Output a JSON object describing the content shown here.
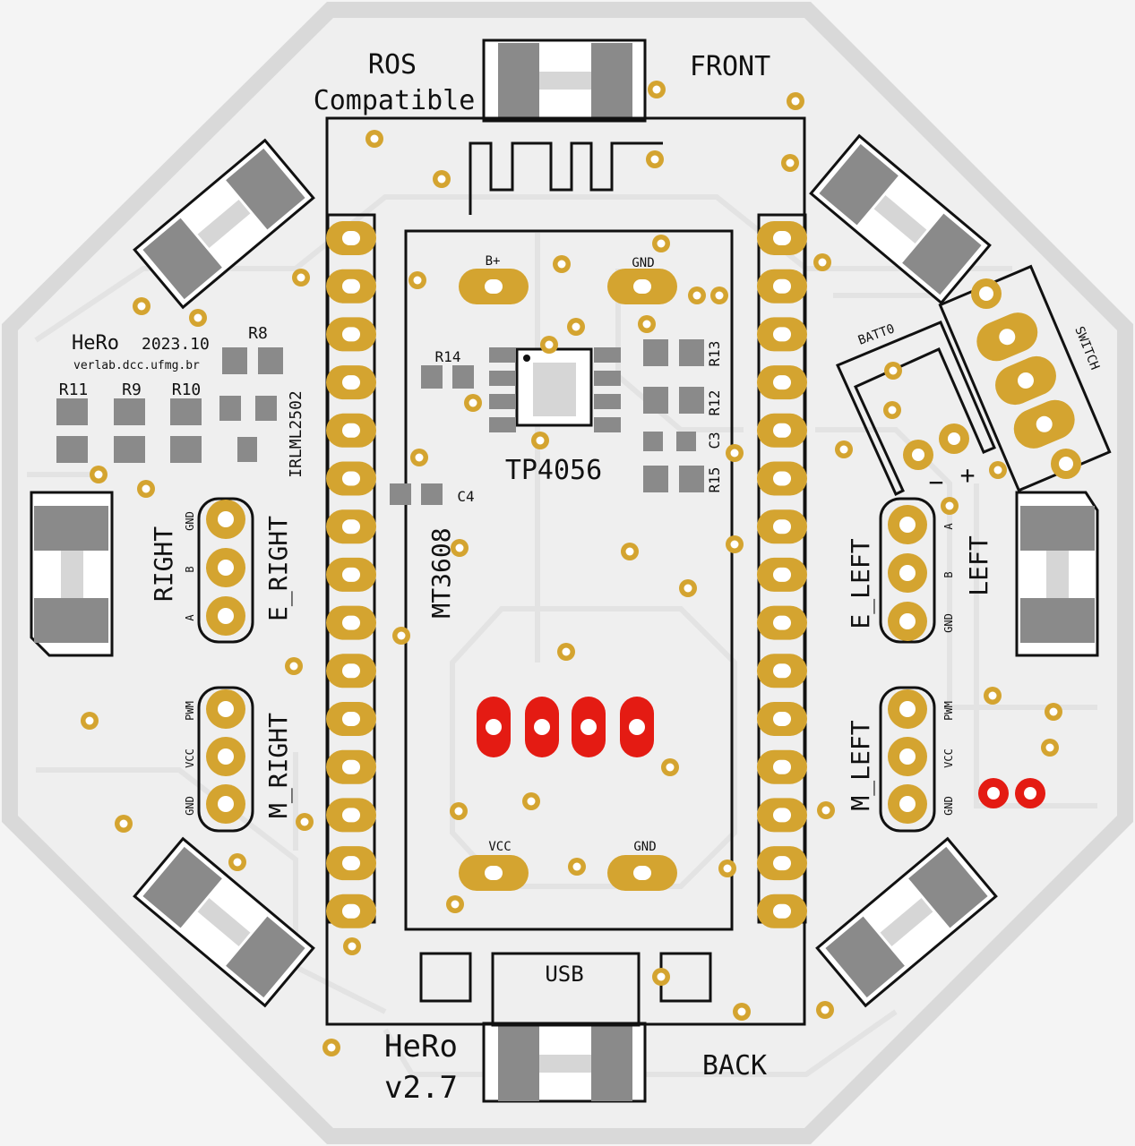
{
  "board": {
    "colors": {
      "background": "#f4f4f4",
      "outline": "#d9d9d9",
      "board": "#efefef",
      "trace": "#e3e3e3",
      "pad": "#d4a430",
      "smd": "#8a8a8a",
      "highlight": "#e41b13",
      "silkscreen": "#111111"
    }
  },
  "labels": {
    "ros": "ROS",
    "compatible": "Compatible",
    "front": "FRONT",
    "back": "BACK",
    "hero": "HeRo",
    "version": "v2.7",
    "hero_small": "HeRo",
    "date": "2023.10",
    "url": "verlab.dcc.ufmg.br",
    "usb": "USB",
    "tp4056": "TP4056",
    "mt3608": "MT3608",
    "irlml": "IRLML2502",
    "batt": "BATT0",
    "switch": "SWITCH",
    "minus": "−",
    "plus": "+"
  },
  "pads": {
    "b_plus": "B+",
    "gnd_top": "GND",
    "vcc_bottom": "VCC",
    "gnd_bottom": "GND"
  },
  "components": {
    "r8": "R8",
    "r9": "R9",
    "r10": "R10",
    "r11": "R11",
    "r12": "R12",
    "r13": "R13",
    "r14": "R14",
    "r15": "R15",
    "c3": "C3",
    "c4": "C4"
  },
  "headers": {
    "right": {
      "title": "RIGHT",
      "e_label": "E_RIGHT",
      "m_label": "M_RIGHT",
      "e_pins": [
        "GND",
        "B",
        "A"
      ],
      "m_pins": [
        "PWM",
        "VCC",
        "GND"
      ]
    },
    "left": {
      "title": "LEFT",
      "e_label": "E_LEFT",
      "m_label": "M_LEFT",
      "e_pins": [
        "A",
        "B",
        "GND"
      ],
      "m_pins": [
        "PWM",
        "VCC",
        "GND"
      ]
    }
  }
}
